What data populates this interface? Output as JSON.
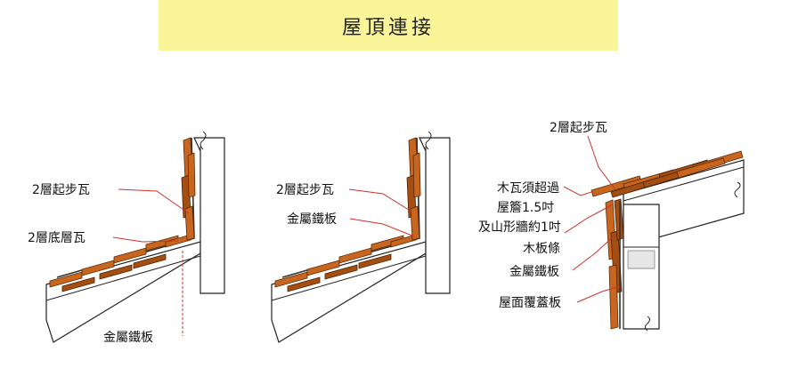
{
  "title": "屋頂連接",
  "diagrams": [
    {
      "labels": [
        "2層起步瓦",
        "2層底層瓦",
        "金屬鐵板"
      ]
    },
    {
      "labels": [
        "2層起步瓦",
        "金屬鐵板"
      ]
    },
    {
      "labels": [
        "2層起步瓦",
        "木瓦須超過",
        "屋簷1.5吋",
        "及山形牆約1吋",
        "木板條",
        "金屬鐵板",
        "屋面覆蓋板"
      ]
    }
  ],
  "colors": {
    "title_bg": "#fbf59a",
    "shingle": "#c8661f",
    "leader": "#d0302a"
  }
}
